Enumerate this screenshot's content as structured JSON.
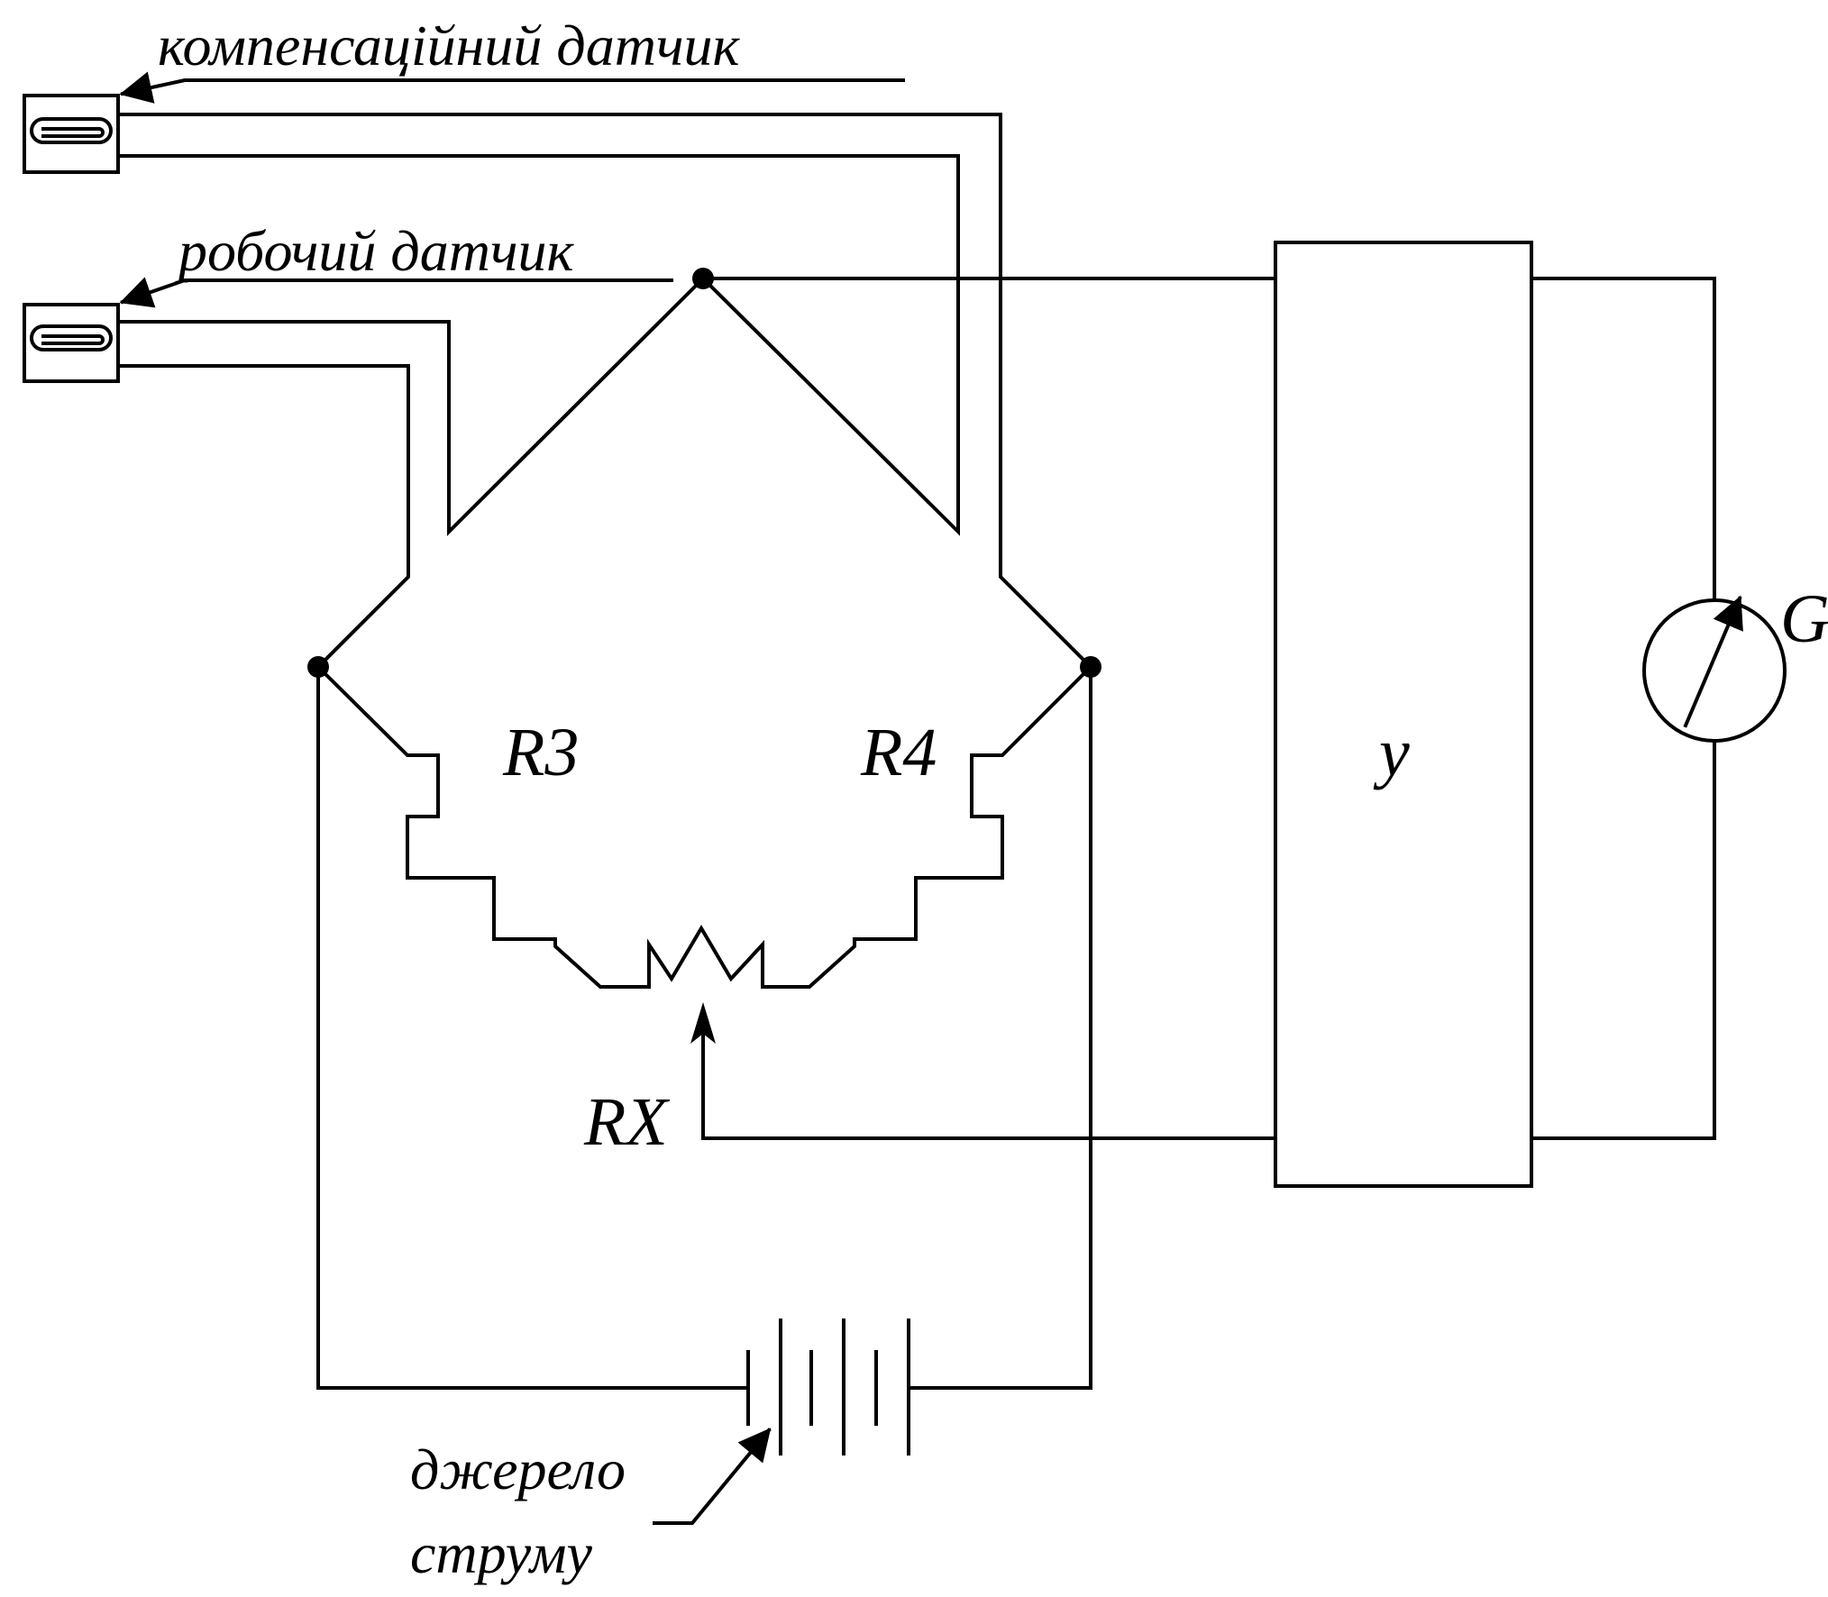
{
  "colors": {
    "line": "#000000",
    "background": "#ffffff"
  },
  "labels": {
    "compensation_sensor": "компенсаційний датчик",
    "working_sensor": "робочий датчик",
    "r3": "R3",
    "r4": "R4",
    "rx": "RX",
    "amplifier": "у",
    "galvanometer": "G",
    "source_line1": "джерело",
    "source_line2": "струму"
  }
}
